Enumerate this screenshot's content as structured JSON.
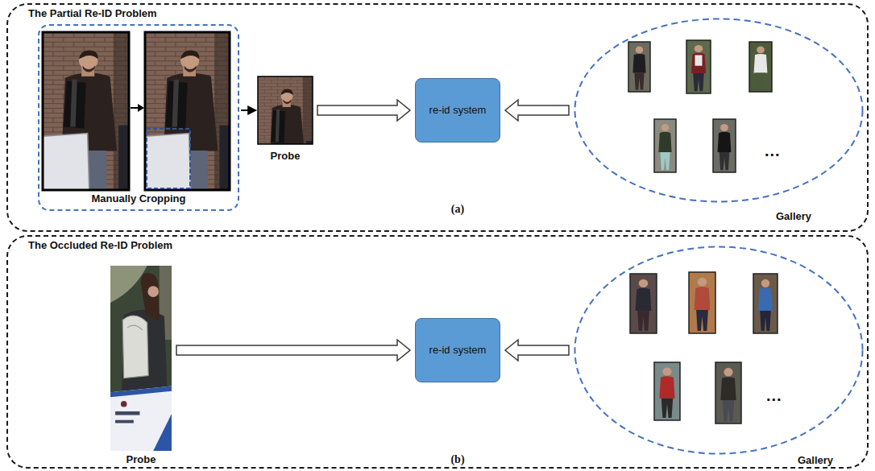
{
  "diagram": {
    "nodes": [
      {
        "text": [
          "The Partial Re-ID Problem",
          "(a)"
        ]
      },
      {
        "text": [
          "Manually Cropping"
        ],
        "in": 0
      },
      {
        "text": [
          "Probe"
        ],
        "in": 0
      },
      {
        "text": [
          "re-id system"
        ],
        "in": 0
      },
      {
        "text": [
          "...",
          "Gallery"
        ],
        "in": 0
      },
      {
        "text": [
          "The Occluded Re-ID Problem",
          "(b)"
        ]
      },
      {
        "text": [
          "Probe"
        ],
        "in": 5
      },
      {
        "text": [
          "re-id system"
        ],
        "in": 5
      },
      {
        "text": [
          "...",
          "Gallery"
        ],
        "in": 5
      }
    ],
    "edges": [
      {
        "from": 1,
        "to": 2,
        "arrow": "to"
      },
      {
        "from": 2,
        "to": 3,
        "arrow": "to"
      },
      {
        "from": 4,
        "to": 3,
        "arrow": "to"
      },
      {
        "from": 6,
        "to": 7,
        "arrow": "to"
      },
      {
        "from": 8,
        "to": 7,
        "arrow": "to"
      }
    ]
  }
}
